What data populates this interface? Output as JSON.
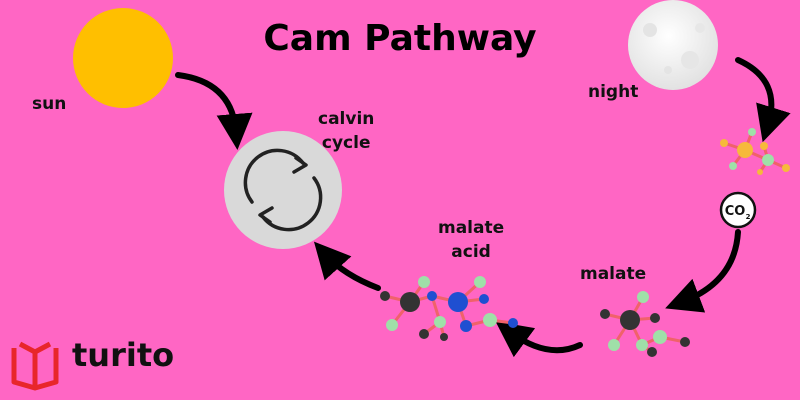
{
  "title": "Cam Pathway",
  "labels": {
    "sun": "sun",
    "night": "night",
    "calvin_line1": "calvin",
    "calvin_line2": "cycle",
    "malate_acid_line1": "malate",
    "malate_acid_line2": "acid",
    "malate": "malate",
    "co2": "CO",
    "co2_sub": "2"
  },
  "brand": {
    "name": "turito"
  },
  "colors": {
    "background": "#ff66c4",
    "sun": "#ffbf00",
    "moon": "#f5f5f5",
    "cycle_circle": "#d9d9d9",
    "brand_red": "#e8262b",
    "atom_dark": "#333333",
    "atom_green": "#9fe0a8",
    "atom_blue": "#1f4fd1",
    "atom_orange": "#f6b93b",
    "bond": "#f0626a"
  }
}
